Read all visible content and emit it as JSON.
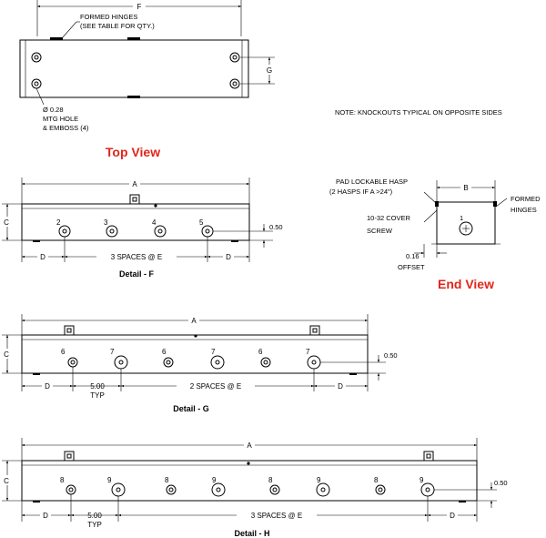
{
  "top_view": {
    "dim_f": "F",
    "dim_g": "G",
    "hinges_note": [
      "FORMED HINGES",
      "(SEE TABLE FOR QTY.)"
    ],
    "mtg_note": [
      "Ø 0.28",
      "MTG HOLE",
      "& EMBOSS (4)"
    ],
    "title": "Top View"
  },
  "knockout_note": "NOTE: KNOCKOUTS TYPICAL ON OPPOSITE SIDES",
  "end_view": {
    "dim_b": "B",
    "hasp_note": [
      "PAD LOCKABLE HASP",
      "(2 HASPS IF A >24\")"
    ],
    "formed_hinges": [
      "FORMED",
      "HINGES"
    ],
    "cover_screw": [
      "10-32 COVER",
      "SCREW"
    ],
    "offset": [
      "0.16",
      "OFFSET"
    ],
    "ko_label": "1",
    "title": "End View"
  },
  "detail_f": {
    "dim_a": "A",
    "dim_c": "C",
    "dim_d_left": "D",
    "dim_d_right": "D",
    "spaces": "3 SPACES @ E",
    "offset": "0.50",
    "knockouts": [
      "2",
      "3",
      "4",
      "5"
    ],
    "title": "Detail - F"
  },
  "detail_g": {
    "dim_a": "A",
    "dim_c": "C",
    "dim_d_left": "D",
    "dim_d_right": "D",
    "typ_value": "5.00",
    "typ_label": "TYP",
    "spaces": "2 SPACES @ E",
    "offset": "0.50",
    "knockouts": [
      "6",
      "7",
      "6",
      "7",
      "6",
      "7"
    ],
    "title": "Detail - G"
  },
  "detail_h": {
    "dim_a": "A",
    "dim_c": "C",
    "dim_d_left": "D",
    "dim_d_right": "D",
    "typ_value": "5.00",
    "typ_label": "TYP",
    "spaces": "3 SPACES @ E",
    "offset": "0.50",
    "knockouts": [
      "8",
      "9",
      "8",
      "9",
      "8",
      "9",
      "8",
      "9"
    ],
    "title": "Detail - H"
  },
  "colors": {
    "title_red": "#e0261b",
    "line": "#000000"
  }
}
